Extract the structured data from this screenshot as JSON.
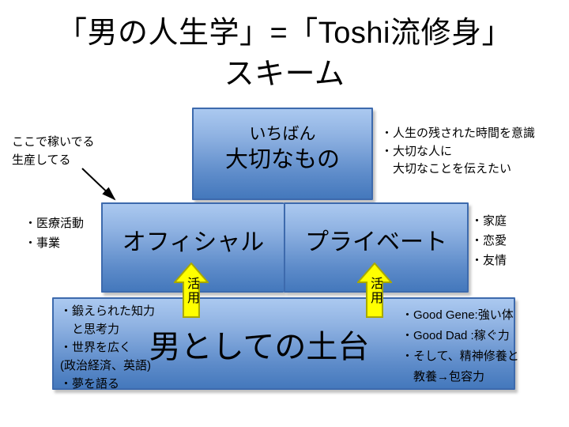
{
  "title": {
    "line1": "「男の人生学」=「Toshi流修身」",
    "line2": "スキーム"
  },
  "boxes": {
    "top": {
      "subtitle": "いちばん",
      "title": "大切なもの"
    },
    "official": {
      "label": "オフィシャル"
    },
    "private": {
      "label": "プライベート"
    },
    "foundation": {
      "label": "男としての土台",
      "left_notes": "・鍛えられた知力\n　と思考力\n・世界を広く\n(政治経済、英語)\n・夢を語る",
      "right_notes": "・Good Gene:強い体\n・Good Dad  :稼ぐ力\n・そして、精神修養と\n　教養→包容力"
    }
  },
  "annotations": {
    "earn_note": "ここで稼いでる\n生産してる",
    "official_side": "・医療活動\n・事業",
    "private_side": "・家庭\n・恋愛\n・友情",
    "top_side": "・人生の残された時間を意識\n・大切な人に\n　大切なことを伝えたい"
  },
  "arrows": {
    "official_label": "活用",
    "private_label": "活用"
  },
  "colors": {
    "box_fill_light": "#abc9f0",
    "box_fill_dark": "#4478bc",
    "box_border": "#3d6aad",
    "arrow_fill": "#ffff00",
    "arrow_border": "#a8a800",
    "text": "#000000"
  }
}
